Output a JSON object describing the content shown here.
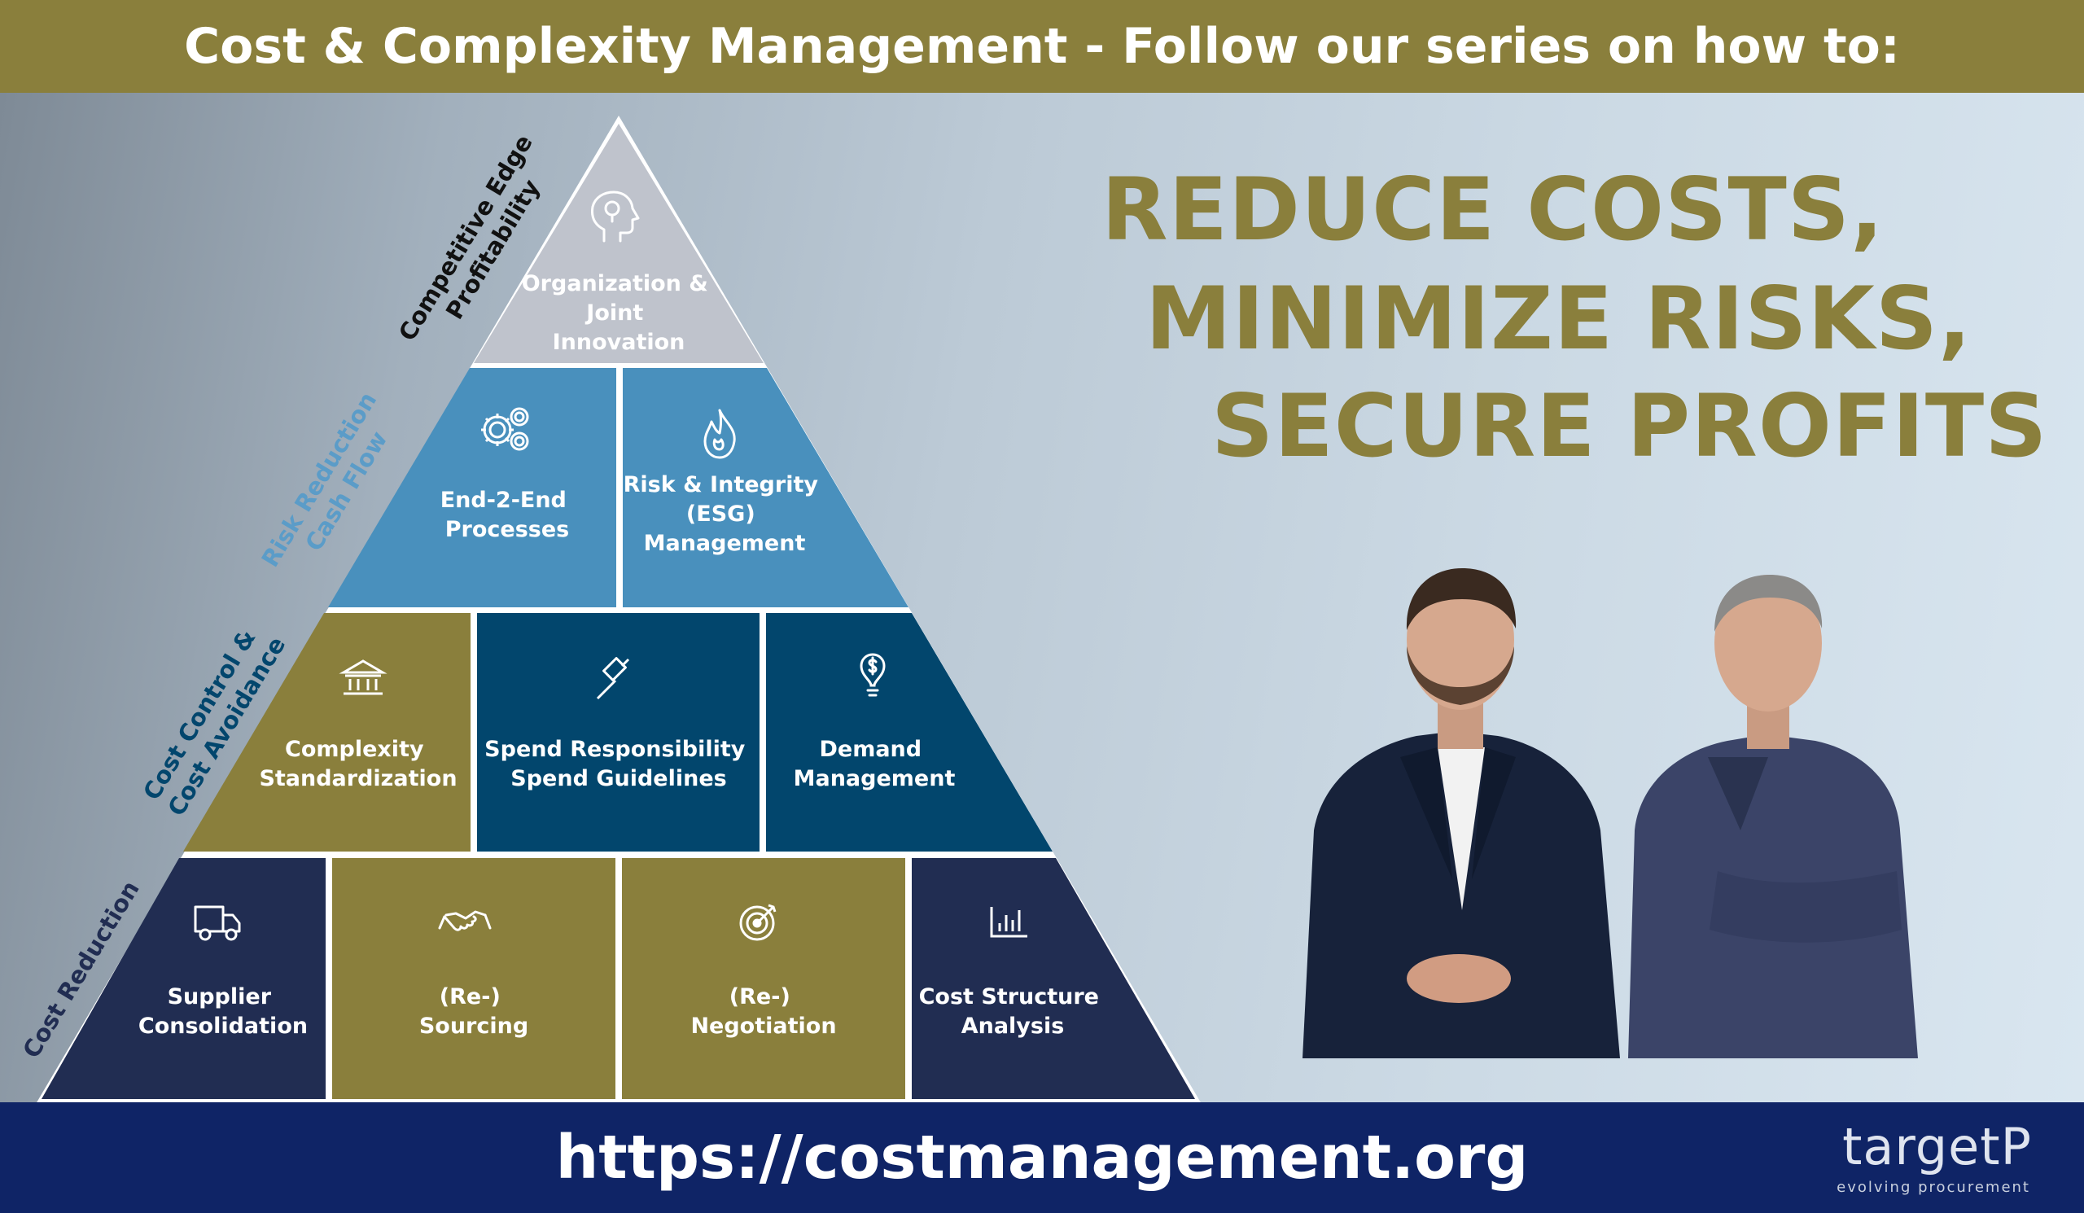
{
  "header": {
    "title": "Cost & Complexity Management - Follow our series on how to:"
  },
  "headline": {
    "line1": "REDUCE COSTS,",
    "line2": "MINIMIZE RISKS,",
    "line3": "SECURE PROFITS"
  },
  "pyramid": {
    "top": {
      "line1": "Organization &",
      "line2": "Joint",
      "line3": "Innovation",
      "icon": "head-idea-icon"
    },
    "level2": [
      {
        "line1": "End-2-End",
        "line2": "Processes",
        "icon": "gears-icon"
      },
      {
        "line1": "Risk & Integrity",
        "line2": "(ESG)",
        "line3": "Management",
        "icon": "flame-icon"
      }
    ],
    "level3": [
      {
        "line1": "Complexity",
        "line2": "Standardization",
        "icon": "institution-icon"
      },
      {
        "line1": "Spend Responsibility",
        "line2": "Spend  Guidelines",
        "icon": "gavel-icon"
      },
      {
        "line1": "Demand",
        "line2": "Management",
        "icon": "lightbulb-dollar-icon"
      }
    ],
    "level4": [
      {
        "line1": "Supplier",
        "line2": "Consolidation",
        "icon": "truck-icon"
      },
      {
        "line1": "(Re-)",
        "line2": "Sourcing",
        "icon": "handshake-icon"
      },
      {
        "line1": "(Re-)",
        "line2": "Negotiation",
        "icon": "target-icon"
      },
      {
        "line1": "Cost Structure",
        "line2": "Analysis",
        "icon": "bar-chart-icon"
      }
    ]
  },
  "side_labels": {
    "level1": {
      "line1": "Competitive Edge",
      "line2": "Profitability"
    },
    "level2": {
      "line1": "Risk Reduction",
      "line2": "Cash Flow"
    },
    "level3": {
      "line1": "Cost Control &",
      "line2": "Cost Avoidance"
    },
    "level4": {
      "line1": "Cost Reduction"
    }
  },
  "footer": {
    "url": "https://costmanagement.org"
  },
  "logo": {
    "name": "targetP",
    "tagline": "evolving procurement"
  },
  "colors": {
    "olive": "#8a7f3c",
    "navy_banner": "#0f2466",
    "top_grey": "#bfc3cc",
    "mid_blue": "#4990bd",
    "dark_teal": "#02466d",
    "dark_navy": "#212d52"
  }
}
